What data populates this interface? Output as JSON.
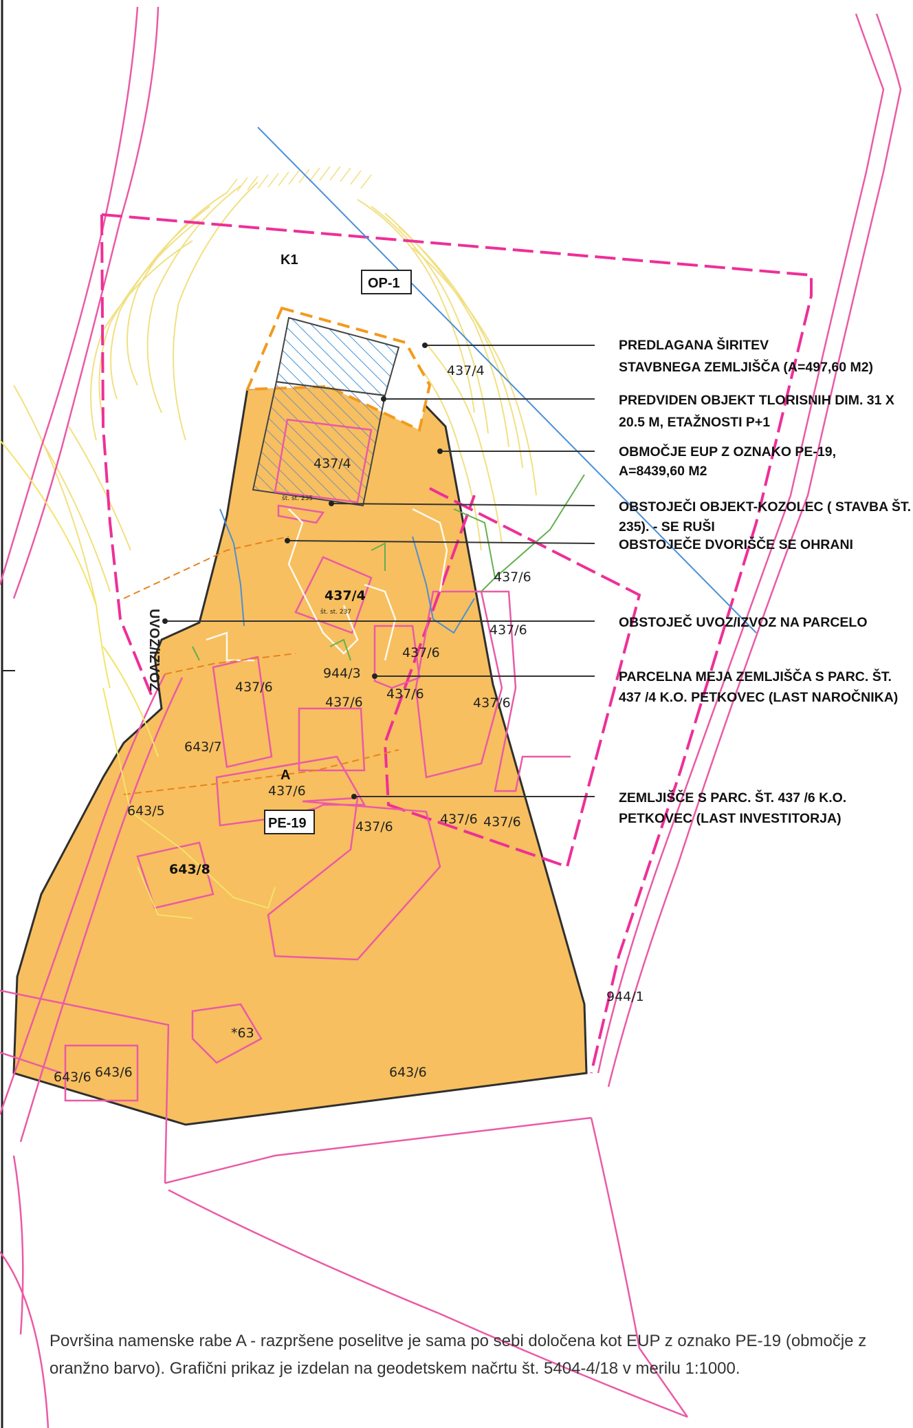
{
  "colors": {
    "zone_fill": "#f7bf5f",
    "parcel_line": "#ea5aa6",
    "boundary_dashed": "#ee2f98",
    "contour": "#f1e082",
    "expansion_outline": "#f29a1d",
    "hatch": "#3f93d9",
    "blue_line": "#4b8fd6",
    "green_line": "#62b04f",
    "yellow_line": "#f3e46a",
    "leader": "#333333"
  },
  "zones": {
    "k1": "K1",
    "op1": "OP-1",
    "pe19": "PE-19",
    "a": "A"
  },
  "road_label": "UVOZ/IZVOZ",
  "parcels": {
    "p437_4_top": "437/4",
    "p437_4_building": "437/4",
    "st235": "št. st. 235",
    "p437_4_existing": "437/4",
    "st237": "št. st. 237",
    "p437_6_a": "437/6",
    "p437_6_b": "437/6",
    "p437_6_c": "437/6",
    "p437_6_d": "437/6",
    "p437_6_e": "437/6",
    "p437_6_f": "437/6",
    "p437_6_g": "437/6",
    "p437_6_h": "437/6",
    "p437_6_i": "437/6",
    "p437_6_j": "437/6",
    "p437_6_k": "437/6",
    "p944_3": "944/3",
    "p643_7": "643/7",
    "p643_5": "643/5",
    "p643_8": "643/8",
    "p63": "*63",
    "p643_6_a": "643/6",
    "p643_6_b": "643/6",
    "p643_6_c": "643/6",
    "p944_1": "944/1"
  },
  "annotations": [
    {
      "line1": "PREDLAGANA ŠIRITEV",
      "line2": "STAVBNEGA ZEMLJIŠČA (A=497,60 M2)"
    },
    {
      "line1": "PREDVIDEN OBJEKT TLORISNIH DIM. 31 X",
      "line2": "20.5 M, ETAŽNOSTI P+1"
    },
    {
      "line1": "OBMOČJE EUP Z OZNAKO PE-19,",
      "line2": "A=8439,60 M2"
    },
    {
      "line1": "OBSTOJEČI OBJEKT-KOZOLEC ( STAVBA ŠT.",
      "line2": "235). - SE RUŠI"
    },
    {
      "line1": "OBSTOJEČE DVORIŠČE SE OHRANI",
      "line2": ""
    },
    {
      "line1": "OBSTOJEČ UVOZ/IZVOZ NA PARCELO",
      "line2": ""
    },
    {
      "line1": "PARCELNA MEJA ZEMLJIŠČA S PARC. ŠT.",
      "line2": "437 /4  K.O. PETKOVEC (LAST NAROČNIKA)"
    },
    {
      "line1": "ZEMLJIŠČE S PARC. ŠT. 437 /6  K.O.",
      "line2": "PETKOVEC (LAST INVESTITORJA)"
    }
  ],
  "caption": "Površina namenske rabe A - razpršene poselitve je sama po sebi določena kot EUP z oznako PE-19 (območje z oranžno barvo). Grafični prikaz je izdelan na geodetskem načrtu št. 5404-4/18 v merilu 1:1000."
}
